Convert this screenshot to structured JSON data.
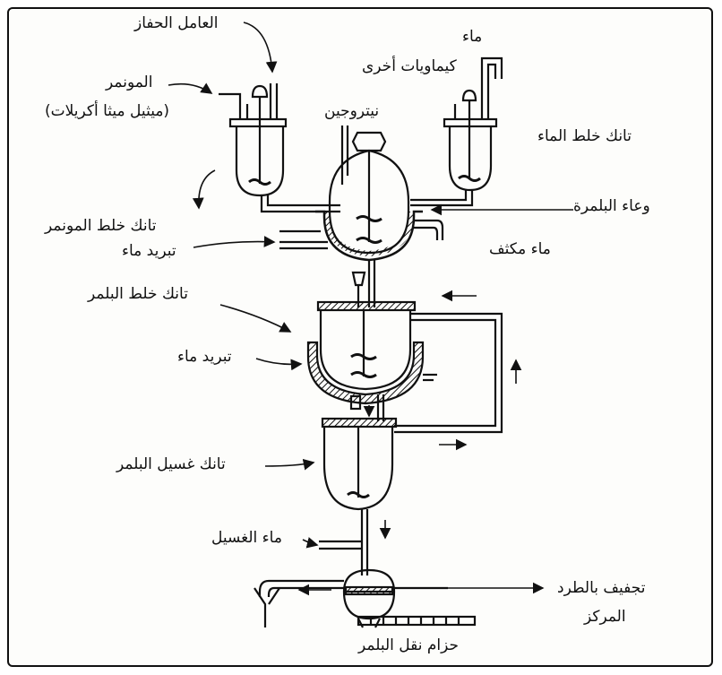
{
  "labels": {
    "catalyst": "العامل الحفاز",
    "water_top": "ماء",
    "other_chemicals": "كيماويات أخرى",
    "monomer": "المونمر",
    "monomer_detail": "(ميثيل ميثا أكريلات)",
    "nitrogen": "نيتروجين",
    "water_mix_tank": "تانك خلط الماء",
    "polymer_vessel": "وعاء البلمرة",
    "monomer_mix_tank": "تانك خلط المونمر",
    "cooling_water_1": "تبريد ماء",
    "condensed_water": "ماء مكثف",
    "polymer_mix_tank": "تانك خلط البلمر",
    "cooling_water_2": "تبريد ماء",
    "polymer_wash_tank": "تانك غسيل البلمر",
    "wash_water": "ماء الغسيل",
    "centrifuge_drying_1": "تجفيف بالطرد",
    "centrifuge_drying_2": "المركز",
    "polymer_belt": "حزام نقل البلمر"
  }
}
